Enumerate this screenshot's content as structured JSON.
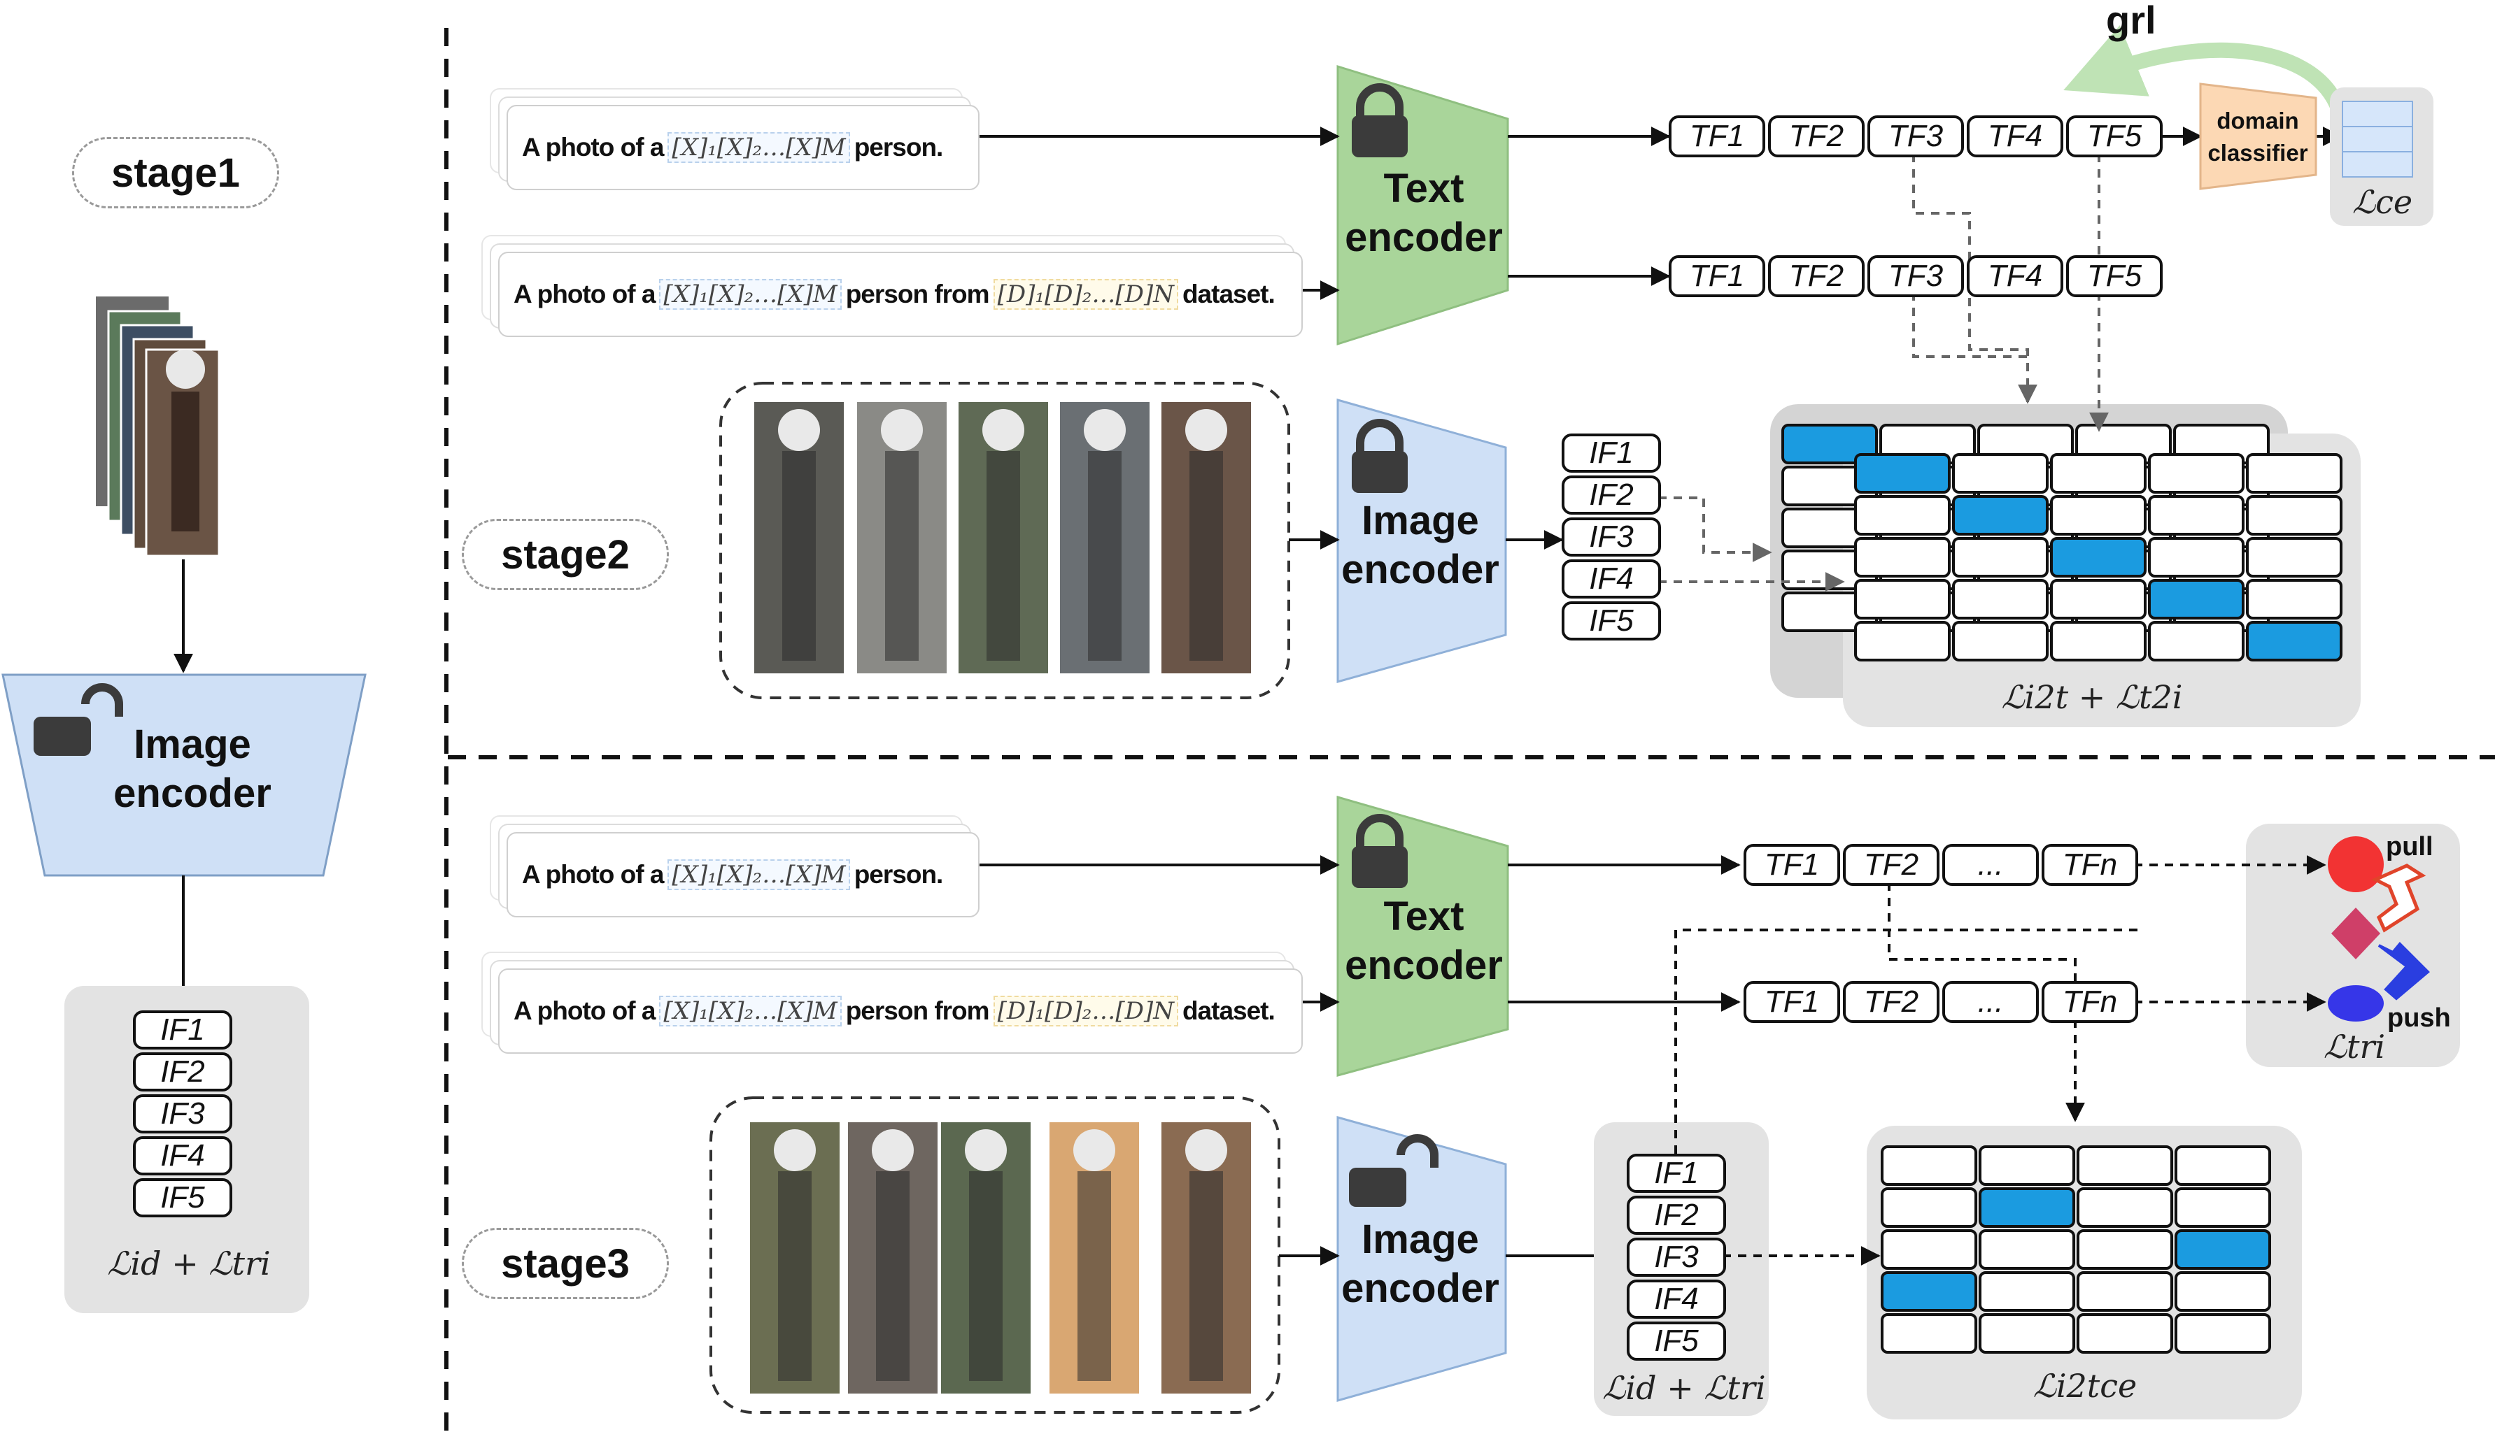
{
  "stages": {
    "stage1": "stage1",
    "stage2": "stage2",
    "stage3": "stage3"
  },
  "encoders": {
    "text": "Text encoder",
    "image": "Image encoder"
  },
  "prompts": {
    "prefix": "A photo of a",
    "suffix_person": "person.",
    "middle_person_from": "person from",
    "suffix_dataset": "dataset.",
    "x_tokens": "[X]₁[X]₂…[X]M",
    "d_tokens": "[D]₁[D]₂…[D]N"
  },
  "text_features_5": [
    "TF1",
    "TF2",
    "TF3",
    "TF4",
    "TF5"
  ],
  "text_features_n": [
    "TF1",
    "TF2",
    "...",
    "TFn"
  ],
  "image_features": [
    "IF1",
    "IF2",
    "IF3",
    "IF4",
    "IF5"
  ],
  "labels": {
    "grl": "grl",
    "domain_classifier": "domain classifier",
    "pull": "pull",
    "push": "push"
  },
  "losses": {
    "stage1": "ℒid + ℒtri",
    "ce": "ℒce",
    "i2t_t2i": "ℒi2t + ℒt2i",
    "tri": "ℒtri",
    "stage3_id_tri": "ℒid + ℒtri",
    "i2tce": "ℒi2tce"
  },
  "colors": {
    "text_encoder": "#a9d59a",
    "image_encoder": "#cfe0f6",
    "similarity_cell": "#1b9be0",
    "domain_classifier": "#fcd8b4",
    "pull": "#f23333",
    "push": "#3636e8",
    "anchor": "#cf3f68"
  },
  "icons": [
    "lock-closed-icon",
    "lock-open-icon"
  ]
}
